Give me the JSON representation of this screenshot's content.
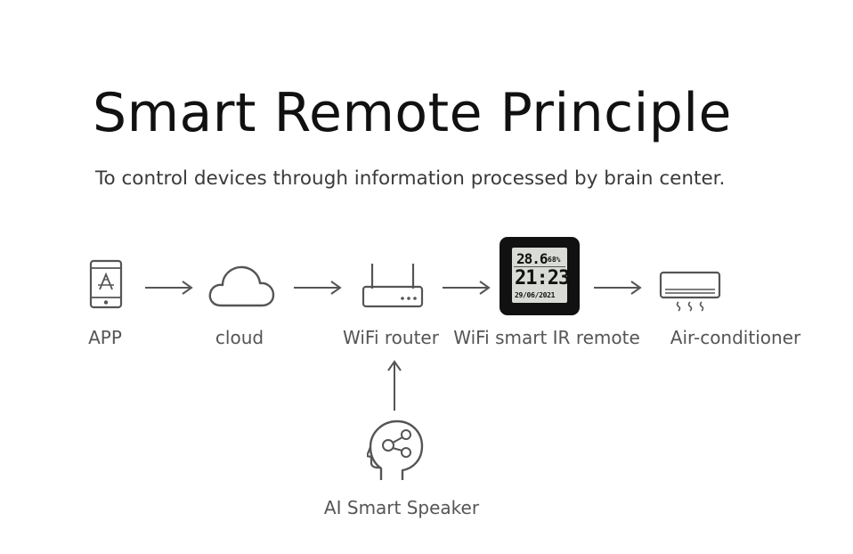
{
  "title": "Smart Remote Principle",
  "subtitle": "To control devices through information processed by brain center.",
  "nodes": {
    "app": {
      "label": "APP",
      "icon": "smartphone-icon"
    },
    "cloud": {
      "label": "cloud",
      "icon": "cloud-icon"
    },
    "router": {
      "label": "WiFi router",
      "icon": "router-icon"
    },
    "remote": {
      "label": "WiFi smart IR remote",
      "icon": "ir-remote-device"
    },
    "ac": {
      "label": "Air-conditioner",
      "icon": "air-conditioner-icon"
    },
    "speaker": {
      "label": "AI Smart Speaker",
      "icon": "ai-head-icon"
    }
  },
  "device_display": {
    "temperature": "28.6",
    "humidity": "68%",
    "time": "21:23",
    "date": "29/06/2021"
  },
  "colors": {
    "icon_stroke": "#555555",
    "device_body": "#111111",
    "lcd": "#d9dcd6"
  }
}
